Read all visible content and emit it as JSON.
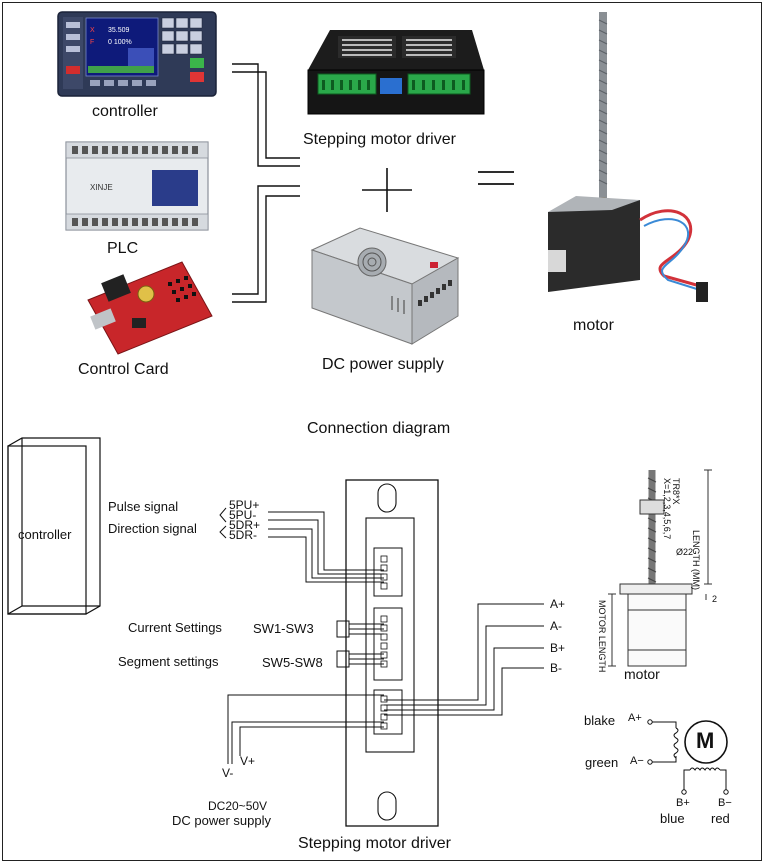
{
  "top": {
    "controller_caption": "controller",
    "plc_caption": "PLC",
    "control_card_caption": "Control Card",
    "driver_caption": "Stepping motor driver",
    "power_caption": "DC power supply",
    "motor_caption": "motor",
    "plus_symbol": "+",
    "equals_symbol": "="
  },
  "controller_screen": {
    "value_line": "35.509",
    "percent_line": "0 100%"
  },
  "plc_brand": "XINJE",
  "diagram": {
    "title": "Connection diagram",
    "controller_box_label": "controller",
    "pulse_signal_label": "Pulse signal",
    "direction_signal_label": "Direction signal",
    "pins": {
      "pu_plus": "5PU+",
      "pu_minus": "5PU-",
      "dr_plus": "5DR+",
      "dr_minus": "5DR-"
    },
    "current_settings_label": "Current Settings",
    "current_switches": "SW1-SW3",
    "segment_settings_label": "Segment settings",
    "segment_switches": "SW5-SW8",
    "outputs": [
      "A+",
      "A-",
      "B+",
      "B-"
    ],
    "v_minus": "V-",
    "v_plus": "V+",
    "power_range": "DC20~50V",
    "power_supply_label": "DC power supply",
    "driver_label": "Stepping motor driver",
    "motor_label": "motor",
    "motor_dims": {
      "length": "LENGTH (MM)",
      "tr_x": "TR8*X",
      "x_values": "X=1,2,3,4,5,6,7",
      "diameter": "Ø22",
      "shoulder": "2",
      "motor_length": "MOTOR LENGTH"
    },
    "wiring": {
      "blake": "blake",
      "green": "green",
      "a_plus": "A+",
      "a_minus": "A−",
      "b_plus": "B+",
      "b_minus": "B−",
      "blue": "blue",
      "red": "red",
      "motor_symbol": "M"
    }
  }
}
